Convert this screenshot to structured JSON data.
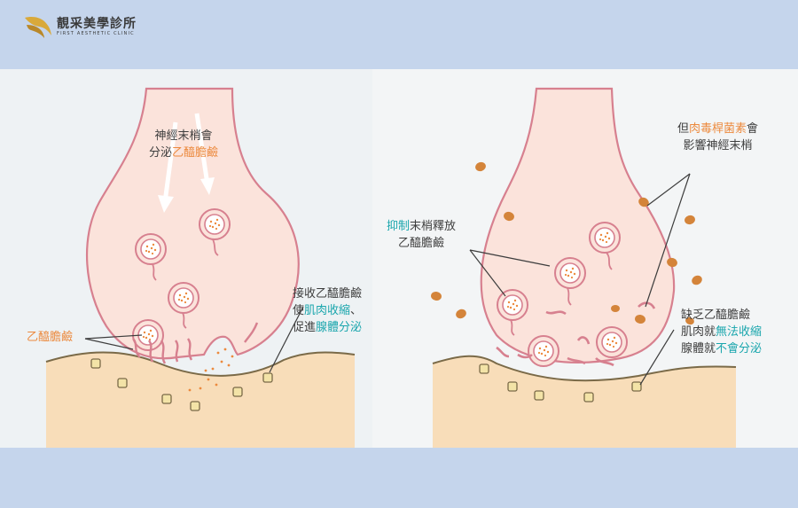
{
  "brand": {
    "name": "靚采美學診所",
    "subtitle": "FIRST AESTHETIC CLINIC"
  },
  "colors": {
    "top_bar": "#c5d5ec",
    "terminal_fill": "#fbe3db",
    "outline": "#d7808f",
    "muscle": "#f8ddb9",
    "receptor": "#f3e3a7",
    "acetylcholine": "#ec8a3e",
    "botulinum_toxin": "#d4843a",
    "teal_text": "#1aa6ad"
  },
  "left_panel": {
    "terminal_label": {
      "line1": "神經末梢會",
      "line2_a": "分泌",
      "line2_b": "乙醯膽鹼"
    },
    "ach_label": "乙醯膽鹼",
    "receive_label": {
      "line1": "接收乙醯膽鹼",
      "line2_a": "使",
      "line2_b": "肌肉收縮",
      "line2_c": "、",
      "line3_a": "促進",
      "line3_b": "腺體分泌"
    }
  },
  "right_panel": {
    "toxin_label": {
      "line1_a": "但",
      "line1_b": "肉毒桿菌素",
      "line1_c": "會",
      "line2": "影響神經末梢"
    },
    "inhibit_label": {
      "line1_a": "抑制",
      "line1_b": "末梢釋放",
      "line2": "乙醯膽鹼"
    },
    "lack_label": {
      "line1": "缺乏乙醯膽鹼",
      "line2_a": "肌肉就",
      "line2_b": "無法收縮",
      "line3_a": "腺體就",
      "line3_b": "不會分泌"
    }
  }
}
